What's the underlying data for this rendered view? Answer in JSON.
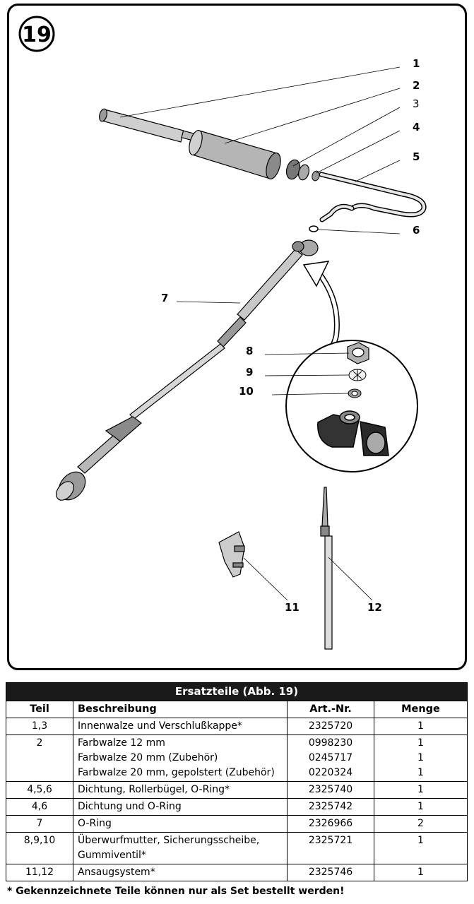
{
  "figure": {
    "number": "19",
    "callouts": [
      "1",
      "2",
      "3",
      "4",
      "5",
      "6",
      "7",
      "8",
      "9",
      "10",
      "11",
      "12"
    ]
  },
  "table": {
    "caption": "Ersatzteile (Abb. 19)",
    "headers": {
      "teil": "Teil",
      "beschreibung": "Beschreibung",
      "art_nr": "Art.-Nr.",
      "menge": "Menge"
    },
    "rows": [
      {
        "teil": "1,3",
        "beschreibung": [
          "Innenwalze und Verschlußkappe*"
        ],
        "art_nr": [
          "2325720"
        ],
        "menge": [
          "1"
        ]
      },
      {
        "teil": "2",
        "beschreibung": [
          "Farbwalze 12 mm",
          "Farbwalze 20 mm (Zubehör)",
          "Farbwalze 20 mm, gepolstert (Zubehör)"
        ],
        "art_nr": [
          "0998230",
          "0245717",
          "0220324"
        ],
        "menge": [
          "1",
          "1",
          "1"
        ]
      },
      {
        "teil": "4,5,6",
        "beschreibung": [
          "Dichtung, Rollerbügel, O-Ring*"
        ],
        "art_nr": [
          "2325740"
        ],
        "menge": [
          "1"
        ]
      },
      {
        "teil": "4,6",
        "beschreibung": [
          "Dichtung und O-Ring"
        ],
        "art_nr": [
          "2325742"
        ],
        "menge": [
          "1"
        ]
      },
      {
        "teil": "7",
        "beschreibung": [
          "O-Ring"
        ],
        "art_nr": [
          "2326966"
        ],
        "menge": [
          "2"
        ]
      },
      {
        "teil": "8,9,10",
        "beschreibung": [
          "Überwurfmutter, Sicherungsscheibe,",
          "Gummiventil*"
        ],
        "art_nr": [
          "2325721"
        ],
        "menge": [
          "1"
        ]
      },
      {
        "teil": "11,12",
        "beschreibung": [
          "Ansaugsystem*"
        ],
        "art_nr": [
          "2325746"
        ],
        "menge": [
          "1"
        ]
      }
    ]
  },
  "footnote": "* Gekennzeichnete Teile können nur als Set bestellt werden!"
}
